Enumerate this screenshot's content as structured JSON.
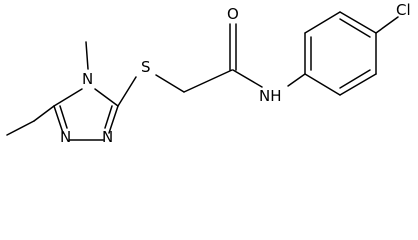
{
  "structure": {
    "atoms": {
      "chlorine": "Cl",
      "amide_nitrogen": "NH",
      "carbonyl_oxygen": "O",
      "thioether_sulfur": "S",
      "ring_nitrogen_methyl": "N",
      "ring_nitrogen_left": "N",
      "ring_nitrogen_right": "N"
    }
  }
}
